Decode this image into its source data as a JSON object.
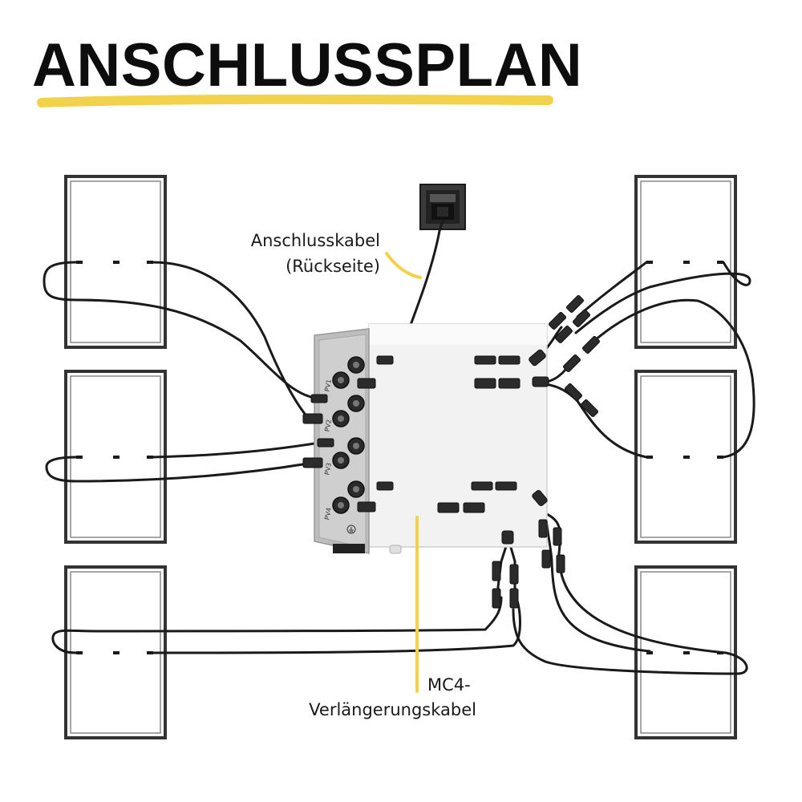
{
  "title": "ANSCHLUSSPLAN",
  "colors": {
    "accent_yellow": "#f2d24b",
    "cable": "#1a1a1a",
    "panel_frame": "#333333",
    "panel_fill": "#ffffff",
    "inverter_body": "#f2f2f2",
    "inverter_panel": "#bdbdbd"
  },
  "labels": {
    "connection_cable_line1": "Anschlusskabel",
    "connection_cable_line2": "(Rückseite)",
    "mc4_line1": "MC4-",
    "mc4_line2": "Verlängerungskabel"
  },
  "inverter_ports": [
    "PV1",
    "PV2",
    "PV3",
    "PV4"
  ],
  "panels": [
    "left-top",
    "left-middle",
    "left-bottom",
    "right-top",
    "right-middle",
    "right-bottom"
  ],
  "icons": [
    "socket-icon",
    "ground-icon",
    "mc4-connector-icon",
    "y-branch-connector-icon"
  ]
}
